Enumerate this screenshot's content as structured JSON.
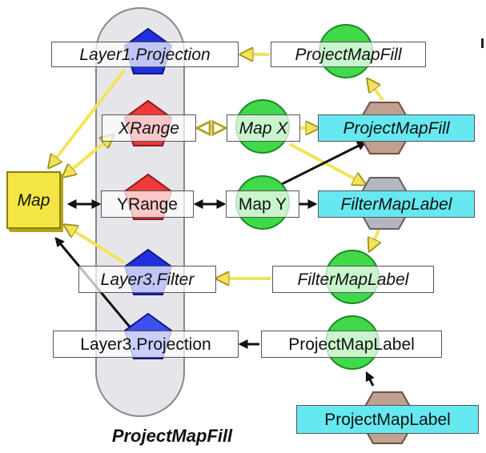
{
  "labels": {
    "layer1_projection": "Layer1.Projection",
    "project_map_fill_top": "ProjectMapFill",
    "xrange": "XRange",
    "map_x": "Map X",
    "project_map_fill_cyan": "ProjectMapFill",
    "map": "Map",
    "yrange": "YRange",
    "map_y": "Map Y",
    "filter_map_label_cyan": "FilterMapLabel",
    "layer3_filter": "Layer3.Filter",
    "filter_map_label": "FilterMapLabel",
    "layer3_projection": "Layer3.Projection",
    "project_map_label": "ProjectMapLabel",
    "project_map_label_cyan": "ProjectMapLabel"
  },
  "caption": "ProjectMapFill",
  "colors": {
    "pentagon_blue": "#1f2fe0",
    "pentagon_red": "#ee3a3a",
    "circle_green": "#3fd94a",
    "hexagon_brown": "#c0a090",
    "hexagon_gray": "#b6b6c0",
    "map_yellow": "#f2e544",
    "label_cyan": "#66e8f0",
    "arrow_yellow": "#f3e35a",
    "arrow_black": "#111111"
  },
  "shape_kinds": {
    "pentagon": "pentagon",
    "circle": "circle",
    "hexagon": "hexagon"
  }
}
